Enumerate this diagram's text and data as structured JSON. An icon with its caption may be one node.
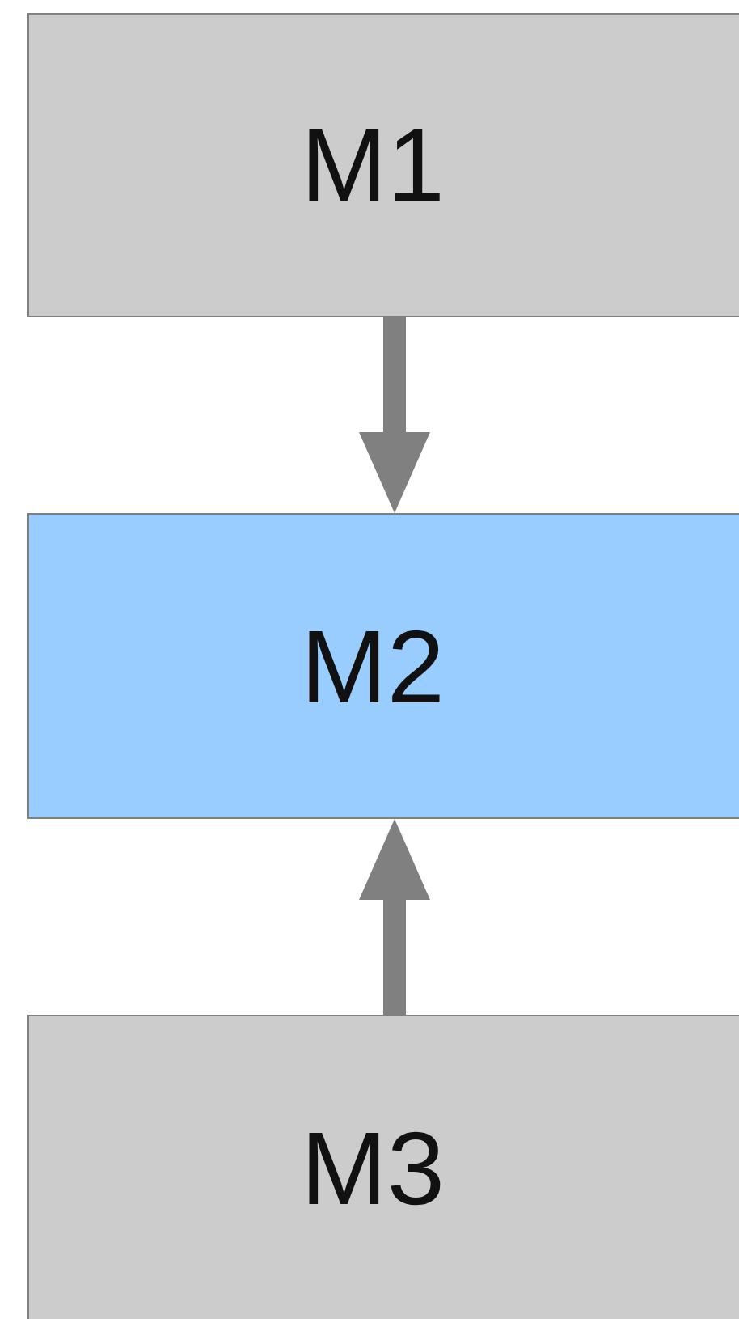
{
  "diagram": {
    "nodes": [
      {
        "text": [
          "M1"
        ]
      },
      {
        "text": [
          "M2"
        ]
      },
      {
        "text": [
          "M3"
        ]
      }
    ],
    "edges": [
      {
        "from": 0,
        "to": 1,
        "arrow": "to"
      },
      {
        "from": 2,
        "to": 1,
        "arrow": "to"
      }
    ]
  }
}
